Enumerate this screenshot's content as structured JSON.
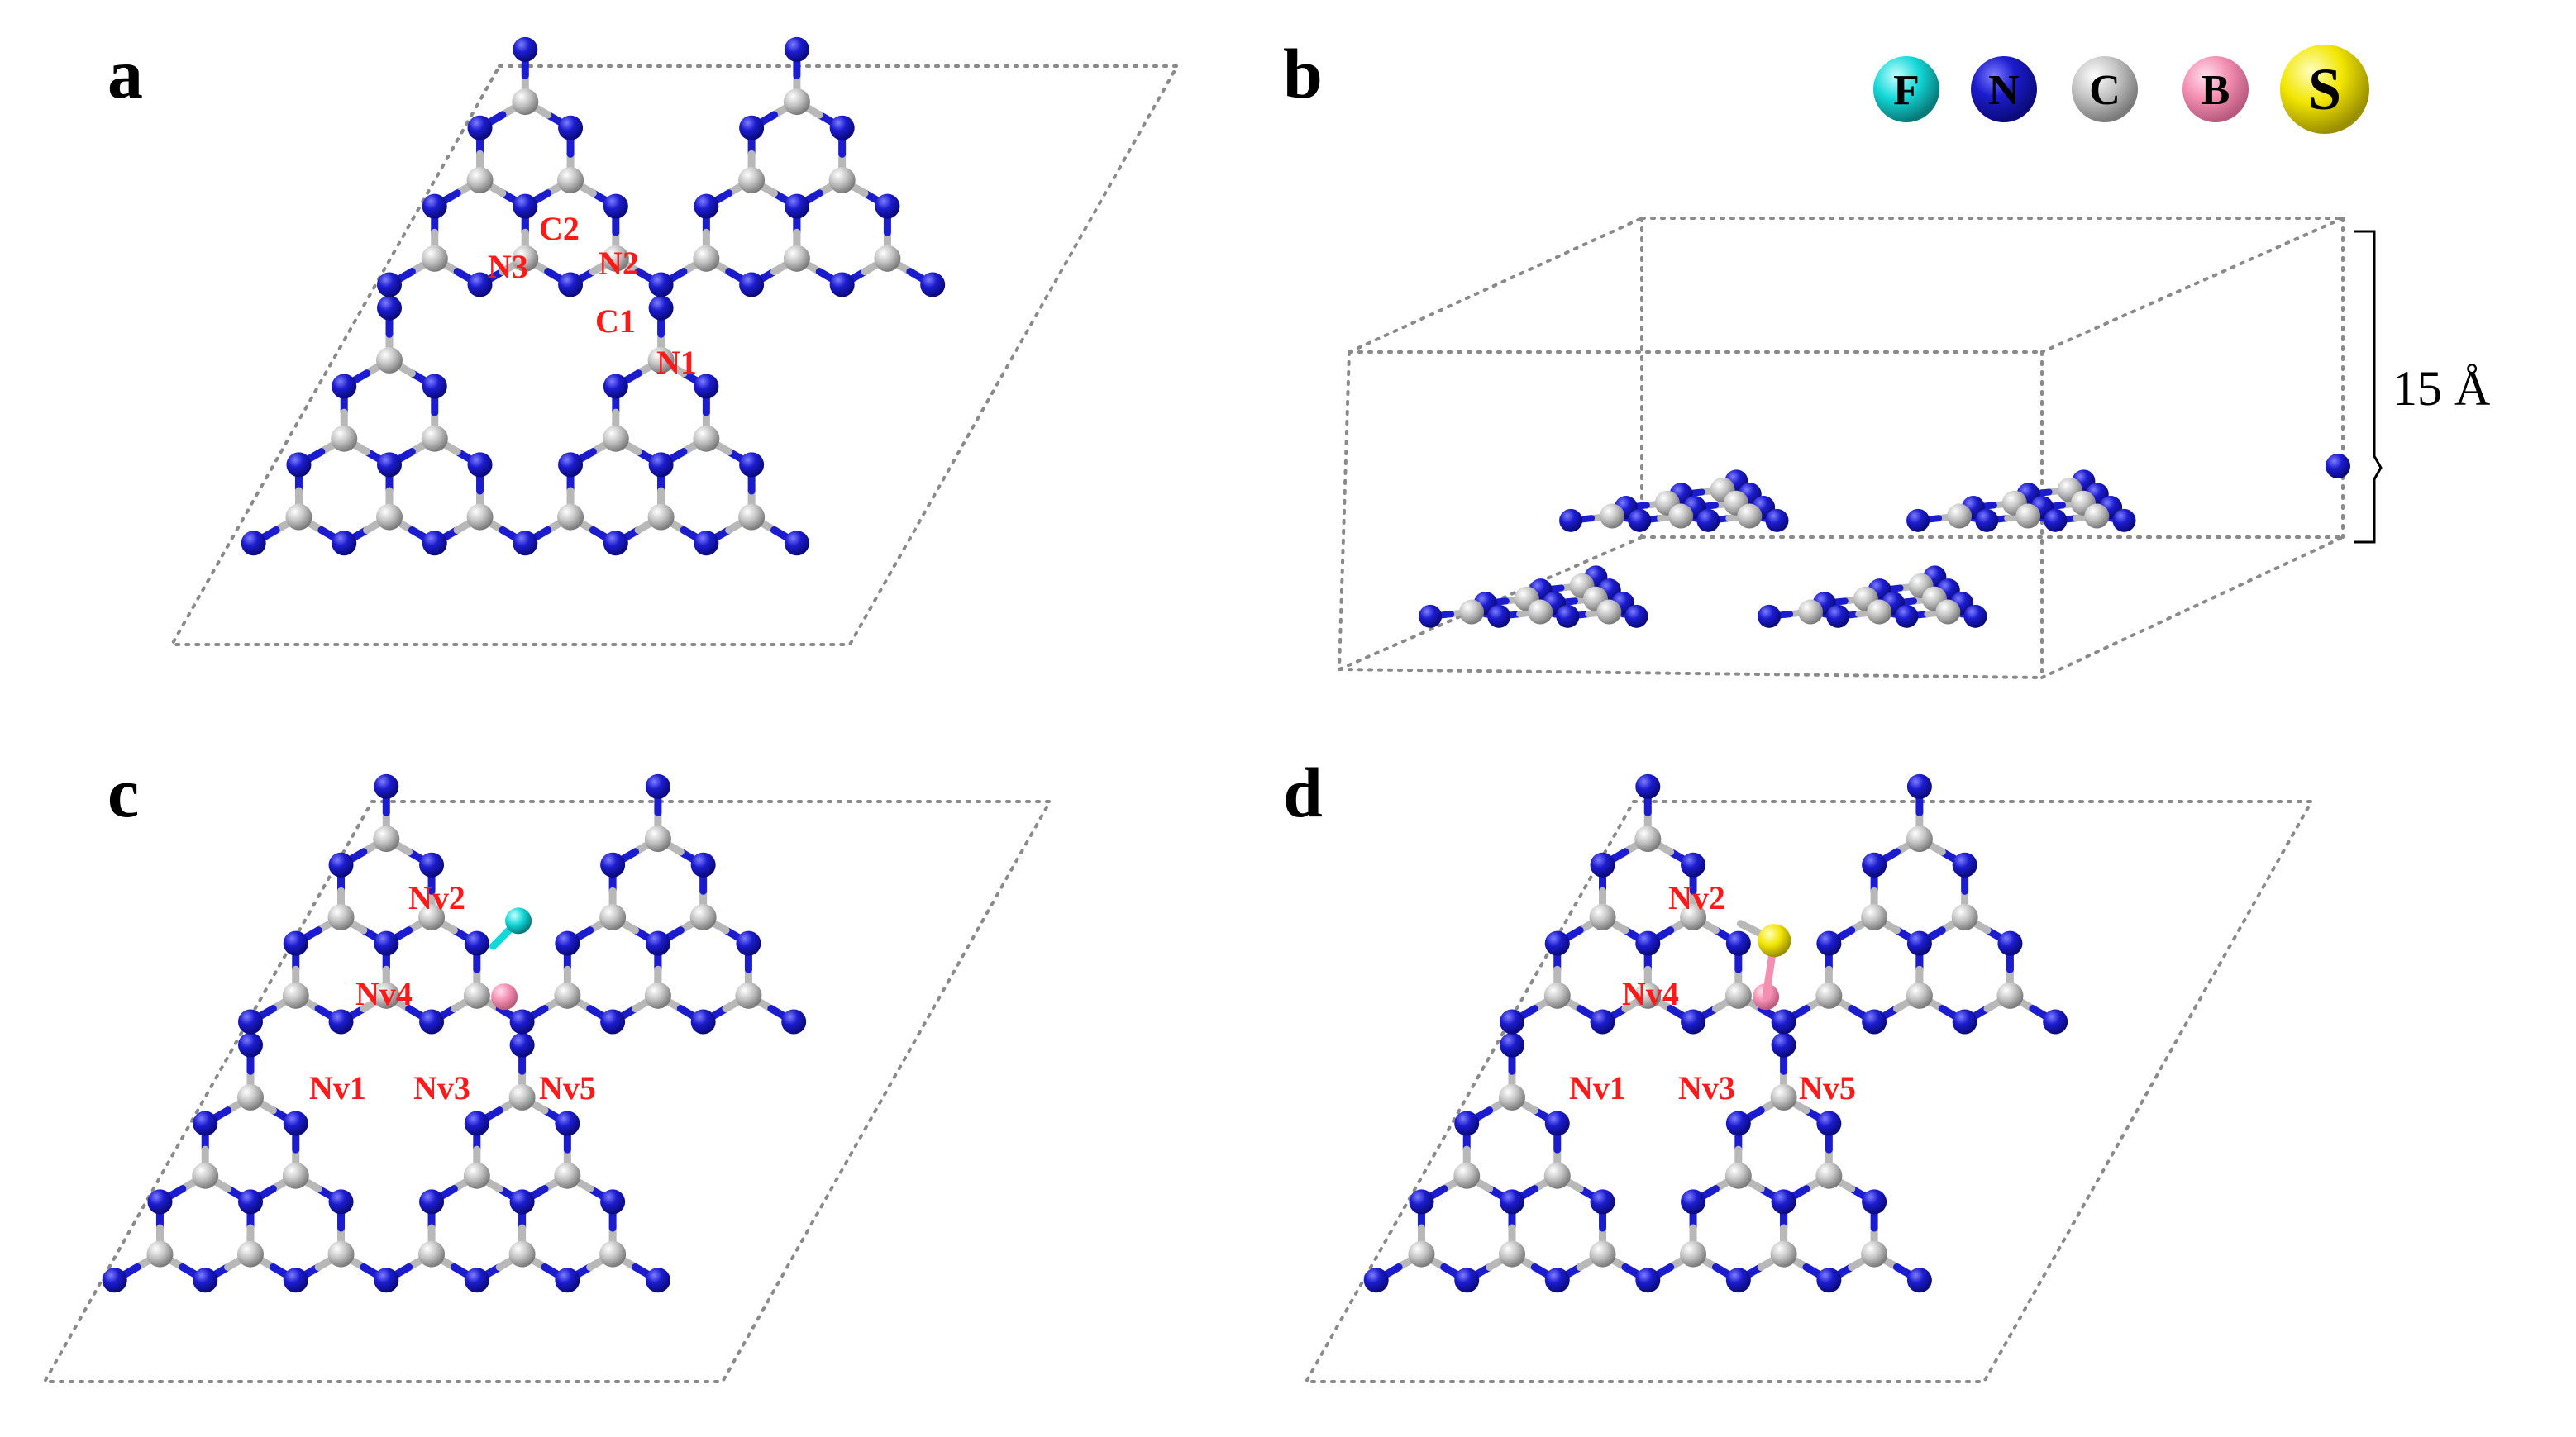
{
  "panels": {
    "a": {
      "letter": "a",
      "labels": [
        "C2",
        "N3",
        "N2",
        "C1",
        "N1"
      ]
    },
    "b": {
      "letter": "b",
      "thickness_label": "15 Å"
    },
    "c": {
      "letter": "c",
      "labels": [
        "Nv2",
        "Nv4",
        "Nv1",
        "Nv3",
        "Nv5"
      ],
      "dopant": "B",
      "adsorbate": "F"
    },
    "d": {
      "letter": "d",
      "labels": [
        "Nv2",
        "Nv4",
        "Nv1",
        "Nv3",
        "Nv5"
      ],
      "dopant": "B",
      "adsorbate": "S"
    }
  },
  "legend": [
    {
      "symbol": "F",
      "element": "fluorine",
      "color": "#14d8d8"
    },
    {
      "symbol": "N",
      "element": "nitrogen",
      "color": "#1c1ccf"
    },
    {
      "symbol": "C",
      "element": "carbon",
      "color": "#b8b8b8"
    },
    {
      "symbol": "B",
      "element": "boron",
      "color": "#f48fb1"
    },
    {
      "symbol": "S",
      "element": "sulfur",
      "color": "#f2e600"
    }
  ],
  "colors": {
    "nitrogen": "#1c1ccf",
    "carbon": "#b8b8b8",
    "boron": "#f48fb1",
    "fluorine": "#14d8d8",
    "sulfur": "#f2e600",
    "label": "#ff1a1a"
  }
}
